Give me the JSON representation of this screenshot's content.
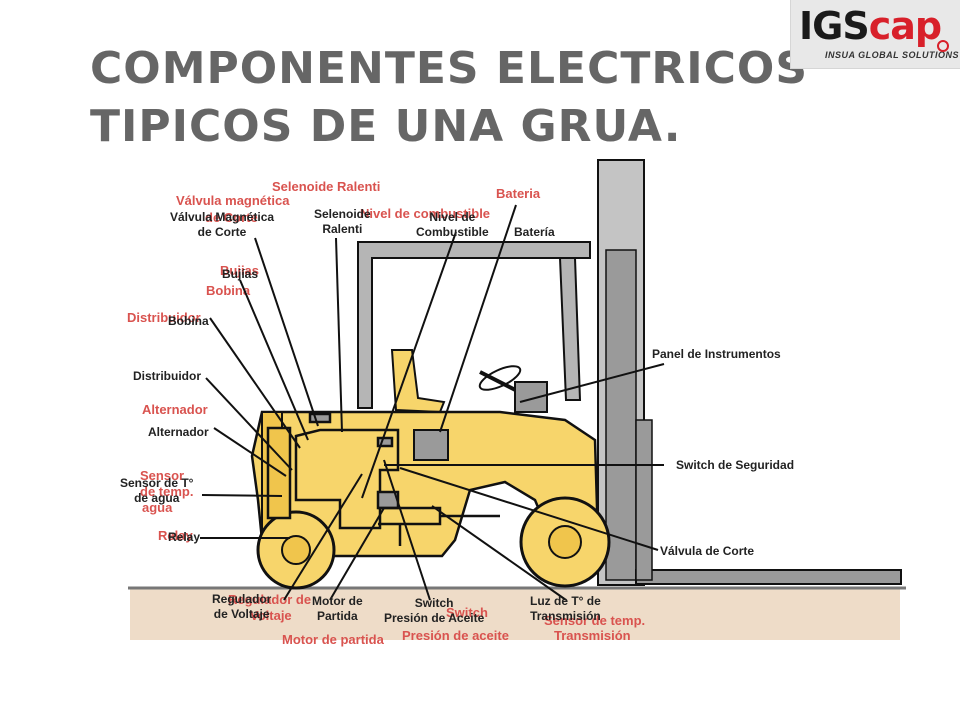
{
  "title": {
    "line1": "COMPONENTES ELECTRICOS",
    "line2": "TIPICOS DE UNA GRUA."
  },
  "logo": {
    "word_dark": "IGS",
    "word_red": "cap",
    "tagline": "INSUA GLOBAL SOLUTIONS",
    "icon": "brand-swirl-icon"
  },
  "colors": {
    "title": "#666666",
    "body_yellow": "#f7d56b",
    "outline": "#111111",
    "mast_gray": "#a5a5a5",
    "ghost_red": "#d9534f",
    "ground": "#eedcc8"
  },
  "labels": {
    "valvula_magnetica": {
      "l1": "Válvula Magnética",
      "l2": "de Corte"
    },
    "selenoide": {
      "l1": "Selenoide",
      "l2": "Ralenti"
    },
    "nivel": {
      "l1": "Nivel de",
      "l2": "Combustible"
    },
    "bateria": "Batería",
    "bujias": "Bujías",
    "bobina": "Bobina",
    "distribuidor": "Distribuidor",
    "alternador": "Alternador",
    "sensor": {
      "l1": "Sensor de T°",
      "l2": "de agua"
    },
    "relay": "Relay",
    "regulador": {
      "l1": "Regulador",
      "l2": "de Voltaje"
    },
    "motor": {
      "l1": "Motor de",
      "l2": "Partida"
    },
    "switch_presion": {
      "l1": "Switch",
      "l2": "Presión de Aceite"
    },
    "luz": {
      "l1": "Luz de T° de",
      "l2": "Transmisión"
    },
    "panel": "Panel de Instrumentos",
    "switch_seguridad": "Switch de Seguridad",
    "valvula_corte": "Válvula de Corte"
  },
  "ghost_labels": {
    "selenoide": "Selenoide Ralenti",
    "valvula1": "Válvula magnética",
    "valvula2": "de Corte",
    "nivel": "Nivel de combustible",
    "bateria": "Bateria",
    "bujias": "Bujias",
    "bobina": "Bobina",
    "distribuidor": "Distribuidor",
    "alternador": "Alternador",
    "sensor1": "Sensor",
    "sensor2": "de temp.",
    "sensor3": "agua",
    "relay": "Relay",
    "regulador1": "Regulador de",
    "regulador2": "Voltaje",
    "motor": "Motor de partida",
    "presion1": "Switch",
    "presion2": "Presión de aceite",
    "sensor_temp": "Sensor de temp.",
    "transmision": "Transmisión"
  }
}
